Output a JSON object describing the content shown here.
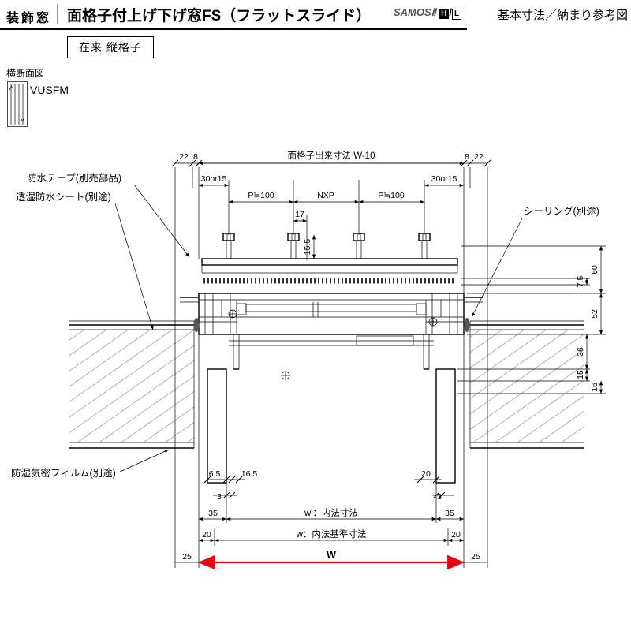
{
  "header": {
    "category": "装飾窓",
    "title": "面格子付上げ下げ窓FS（フラットスライド）",
    "brand": "SAMOSⅡ",
    "badge_h": "H",
    "badge_sep": "/",
    "badge_l": "L",
    "doc_type": "基本寸法／納まり参考図",
    "subtitle": "在来 縦格子",
    "view_label": "横断面図",
    "model_code": "VUSFM"
  },
  "callouts": {
    "waterproof_tape": "防水テープ(別売部品)",
    "moisture_sheet": "透湿防水シート(別途)",
    "vapor_film": "防湿気密フィルム(別途)",
    "sealing": "シーリング(別途)"
  },
  "dims": {
    "d22_left": "22",
    "d8_left": "8",
    "lattice_width": "面格子出来寸法 W-10",
    "d8_right": "8",
    "d22_right": "22",
    "offset_left": "30or15",
    "offset_right": "30or15",
    "pitch_left": "P≒100",
    "pitch_mid": "NXP",
    "pitch_right": "P≒100",
    "d17": "17",
    "d15_5": "15.5",
    "d60": "60",
    "d7_5": "7.5",
    "d52": "52",
    "d36": "36",
    "d15": "15",
    "d16": "16",
    "d6_5": "6.5",
    "d16_5": "16.5",
    "d3_left": "3",
    "d20_post": "20",
    "d3_right": "3",
    "d35_left": "35",
    "inner_width": "w'：内法寸法",
    "d35_right": "35",
    "d20_left": "20",
    "base_width": "w：内法基準寸法",
    "d20_right": "20",
    "d25_left": "25",
    "overall_w": "W",
    "d25_right": "25"
  },
  "colors": {
    "accent_red": "#e60012",
    "line": "#000000"
  }
}
